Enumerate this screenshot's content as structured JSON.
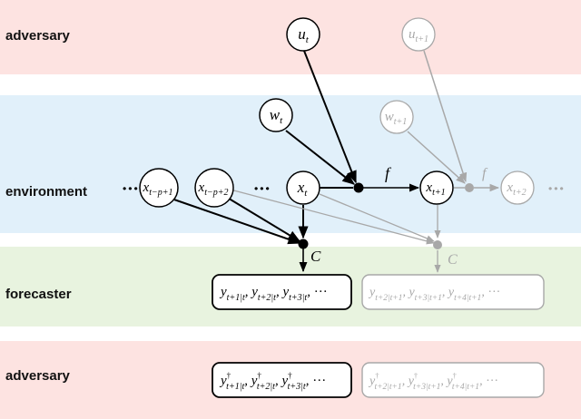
{
  "colors": {
    "adversary_band": "#fde3e1",
    "environment_band": "#e1f0fa",
    "forecaster_band": "#e8f3df",
    "active": "#000000",
    "faded": "#a8a8a8"
  },
  "rows": {
    "adversary_top": "adversary",
    "environment": "environment",
    "forecaster": "forecaster",
    "adversary_bottom": "adversary"
  },
  "nodes": {
    "u_t": {
      "base": "u",
      "sub": "t"
    },
    "u_t1": {
      "base": "u",
      "sub": "t+1"
    },
    "w_t": {
      "base": "w",
      "sub": "t"
    },
    "w_t1": {
      "base": "w",
      "sub": "t+1"
    },
    "x_tp1": {
      "base": "x",
      "sub": "t−p+1"
    },
    "x_tp2": {
      "base": "x",
      "sub": "t−p+2"
    },
    "x_t": {
      "base": "x",
      "sub": "t"
    },
    "x_t1": {
      "base": "x",
      "sub": "t+1"
    },
    "x_t2": {
      "base": "x",
      "sub": "t+2"
    }
  },
  "ellipsis": "···",
  "edge_labels": {
    "f": "f",
    "C": "C"
  },
  "boxes": {
    "forecast_t": {
      "terms": [
        {
          "base": "y",
          "sup": "",
          "sub": "t+1|t"
        },
        {
          "base": "y",
          "sup": "",
          "sub": "t+2|t"
        },
        {
          "base": "y",
          "sup": "",
          "sub": "t+3|t"
        }
      ],
      "tail": "···"
    },
    "forecast_t1": {
      "terms": [
        {
          "base": "y",
          "sup": "",
          "sub": "t+2|t+1"
        },
        {
          "base": "y",
          "sup": "",
          "sub": "t+3|t+1"
        },
        {
          "base": "y",
          "sup": "",
          "sub": "t+4|t+1"
        }
      ],
      "tail": "···"
    },
    "adv_t": {
      "terms": [
        {
          "base": "y",
          "sup": "†",
          "sub": "t+1|t"
        },
        {
          "base": "y",
          "sup": "†",
          "sub": "t+2|t"
        },
        {
          "base": "y",
          "sup": "†",
          "sub": "t+3|t"
        }
      ],
      "tail": "···"
    },
    "adv_t1": {
      "terms": [
        {
          "base": "y",
          "sup": "†",
          "sub": "t+2|t+1"
        },
        {
          "base": "y",
          "sup": "†",
          "sub": "t+3|t+1"
        },
        {
          "base": "y",
          "sup": "†",
          "sub": "t+4|t+1"
        }
      ],
      "tail": "···"
    }
  }
}
